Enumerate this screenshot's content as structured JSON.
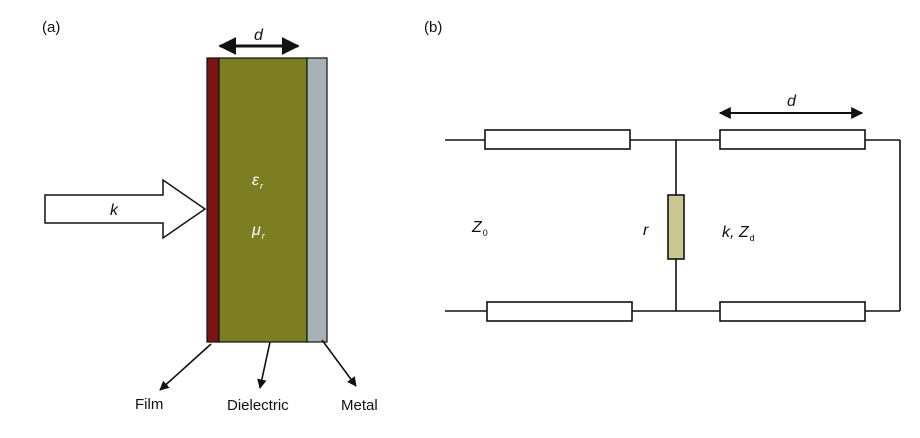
{
  "panel_a": {
    "label": "(a)",
    "thickness_symbol": "d",
    "wave_vector_symbol": "k",
    "epsilon": {
      "symbol": "ε",
      "subscript": "r"
    },
    "mu": {
      "symbol": "μ",
      "subscript": "r"
    },
    "layers": {
      "film": "Film",
      "dielectric": "Dielectric",
      "metal": "Metal"
    },
    "colors": {
      "film": "#7a1515",
      "dielectric": "#7d7d22",
      "metal": "#a6b2b6"
    }
  },
  "panel_b": {
    "label": "(b)",
    "length_symbol": "d",
    "impedance_free": {
      "symbol": "Z",
      "subscript": "0"
    },
    "shunt_resistor": "r",
    "line_params": {
      "prefix": "k, ",
      "symbol": "Z",
      "subscript": "d"
    },
    "colors": {
      "resistor": "#c8c890"
    }
  }
}
